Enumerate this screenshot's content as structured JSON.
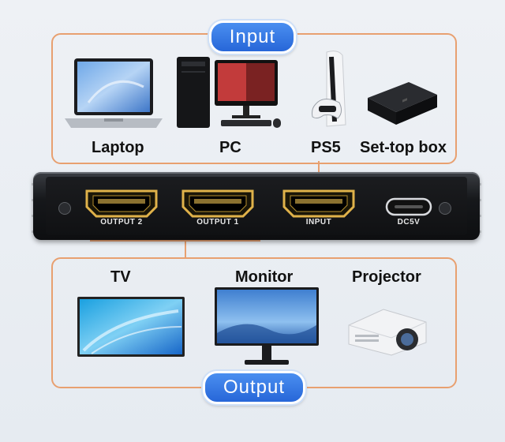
{
  "input_badge": "Input",
  "output_badge": "Output",
  "input_devices": [
    {
      "label": "Laptop",
      "icon": "laptop-icon"
    },
    {
      "label": "PC",
      "icon": "desktop-pc-icon"
    },
    {
      "label": "PS5",
      "icon": "ps5-console-icon"
    },
    {
      "label": "Set-top box",
      "icon": "set-top-box-icon"
    }
  ],
  "output_devices": [
    {
      "label": "TV",
      "icon": "tv-icon"
    },
    {
      "label": "Monitor",
      "icon": "monitor-icon"
    },
    {
      "label": "Projector",
      "icon": "projector-icon"
    }
  ],
  "ports": [
    {
      "label": "OUTPUT 2"
    },
    {
      "label": "OUTPUT 1"
    },
    {
      "label": "INPUT"
    },
    {
      "label": "DC5V"
    }
  ],
  "colors": {
    "accent_frame": "#e8a070",
    "badge_blue": "#2f72e0",
    "port_gold": "#e0b24a"
  }
}
